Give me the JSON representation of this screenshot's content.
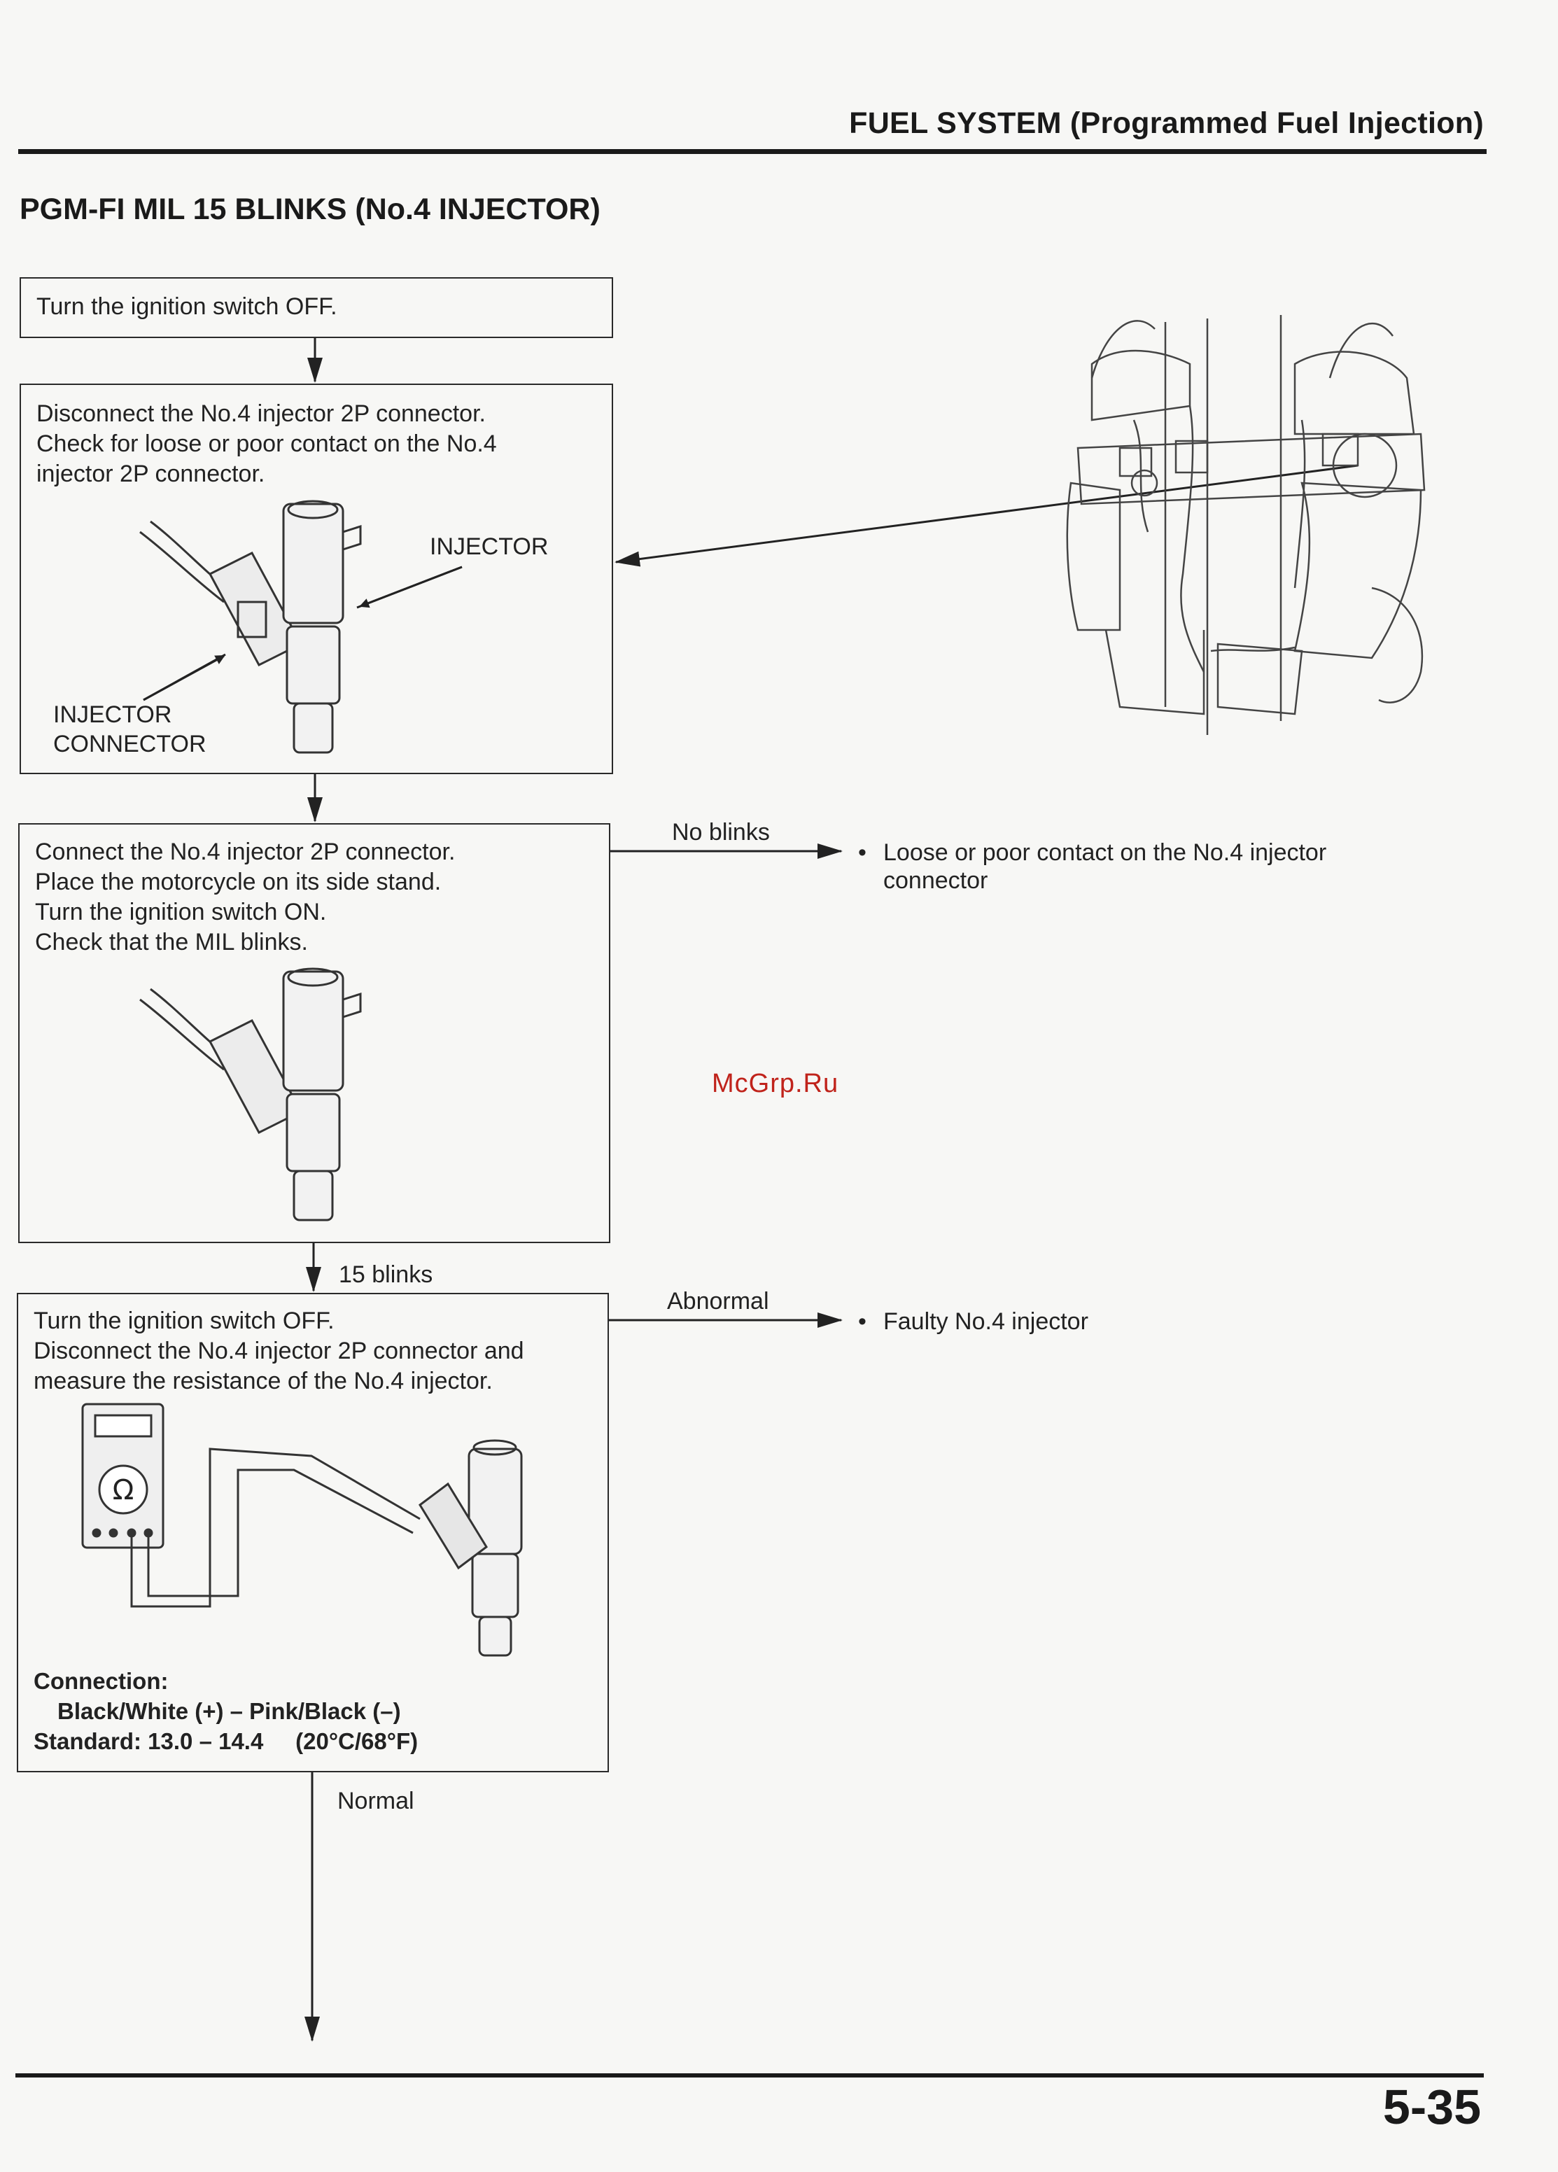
{
  "header": {
    "title": "FUEL SYSTEM (Programmed Fuel Injection)"
  },
  "page_title": "PGM-FI MIL 15 BLINKS (No.4 INJECTOR)",
  "steps": {
    "step1": {
      "text": "Turn the ignition switch OFF."
    },
    "step2": {
      "text": "Disconnect the No.4 injector 2P connector.\nCheck for loose or poor contact on the No.4\ninjector 2P connector.",
      "label_injector": "INJECTOR",
      "label_connector_1": "INJECTOR",
      "label_connector_2": "CONNECTOR"
    },
    "step3": {
      "text": "Connect the No.4 injector 2P connector.\nPlace the motorcycle on its side stand.\nTurn the ignition switch ON.\nCheck that the MIL blinks."
    },
    "step4": {
      "text": "Turn the ignition switch OFF.\nDisconnect the No.4 injector 2P connector and\nmeasure the resistance of the No.4 injector.",
      "connection_label": "Connection:",
      "connection_value": "Black/White (+) – Pink/Black (–)",
      "standard": "Standard: 13.0 – 14.4     (20°C/68°F)"
    }
  },
  "branches": {
    "no_blinks": {
      "label": "No blinks",
      "result": "Loose or poor contact on the No.4 injector connector"
    },
    "fifteen_blinks": {
      "label": "15 blinks"
    },
    "abnormal": {
      "label": "Abnormal",
      "result": "Faulty No.4 injector"
    },
    "normal": {
      "label": "Normal"
    }
  },
  "bullet_symbol": "•",
  "watermark": "McGrp.Ru",
  "page_number": "5-35",
  "icons": {
    "meter": "ohm-symbol-icon"
  },
  "meter_symbol": "Ω"
}
